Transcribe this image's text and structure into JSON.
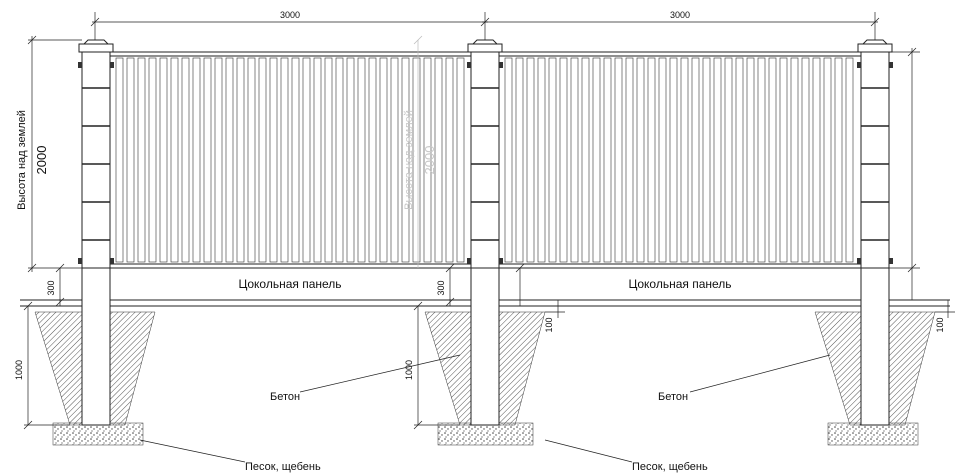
{
  "dimensions": {
    "top_left": "3000",
    "top_right": "3000",
    "height_label": "Высота над землей",
    "height_value": "2000",
    "height_label_ghost": "Высота над землей",
    "height_value_ghost": "2000",
    "plinth_left": "300",
    "plinth_mid": "300",
    "depth_left": "1000",
    "depth_mid": "1000",
    "below_ground_mid": "100",
    "below_ground_right": "100"
  },
  "labels": {
    "plinth_panel_left": "Цокольная панель",
    "plinth_panel_right": "Цокольная панель",
    "concrete_left": "Бетон",
    "concrete_right": "Бетон",
    "sand_left": "Песок, щебень",
    "sand_right": "Песок, щебень"
  }
}
